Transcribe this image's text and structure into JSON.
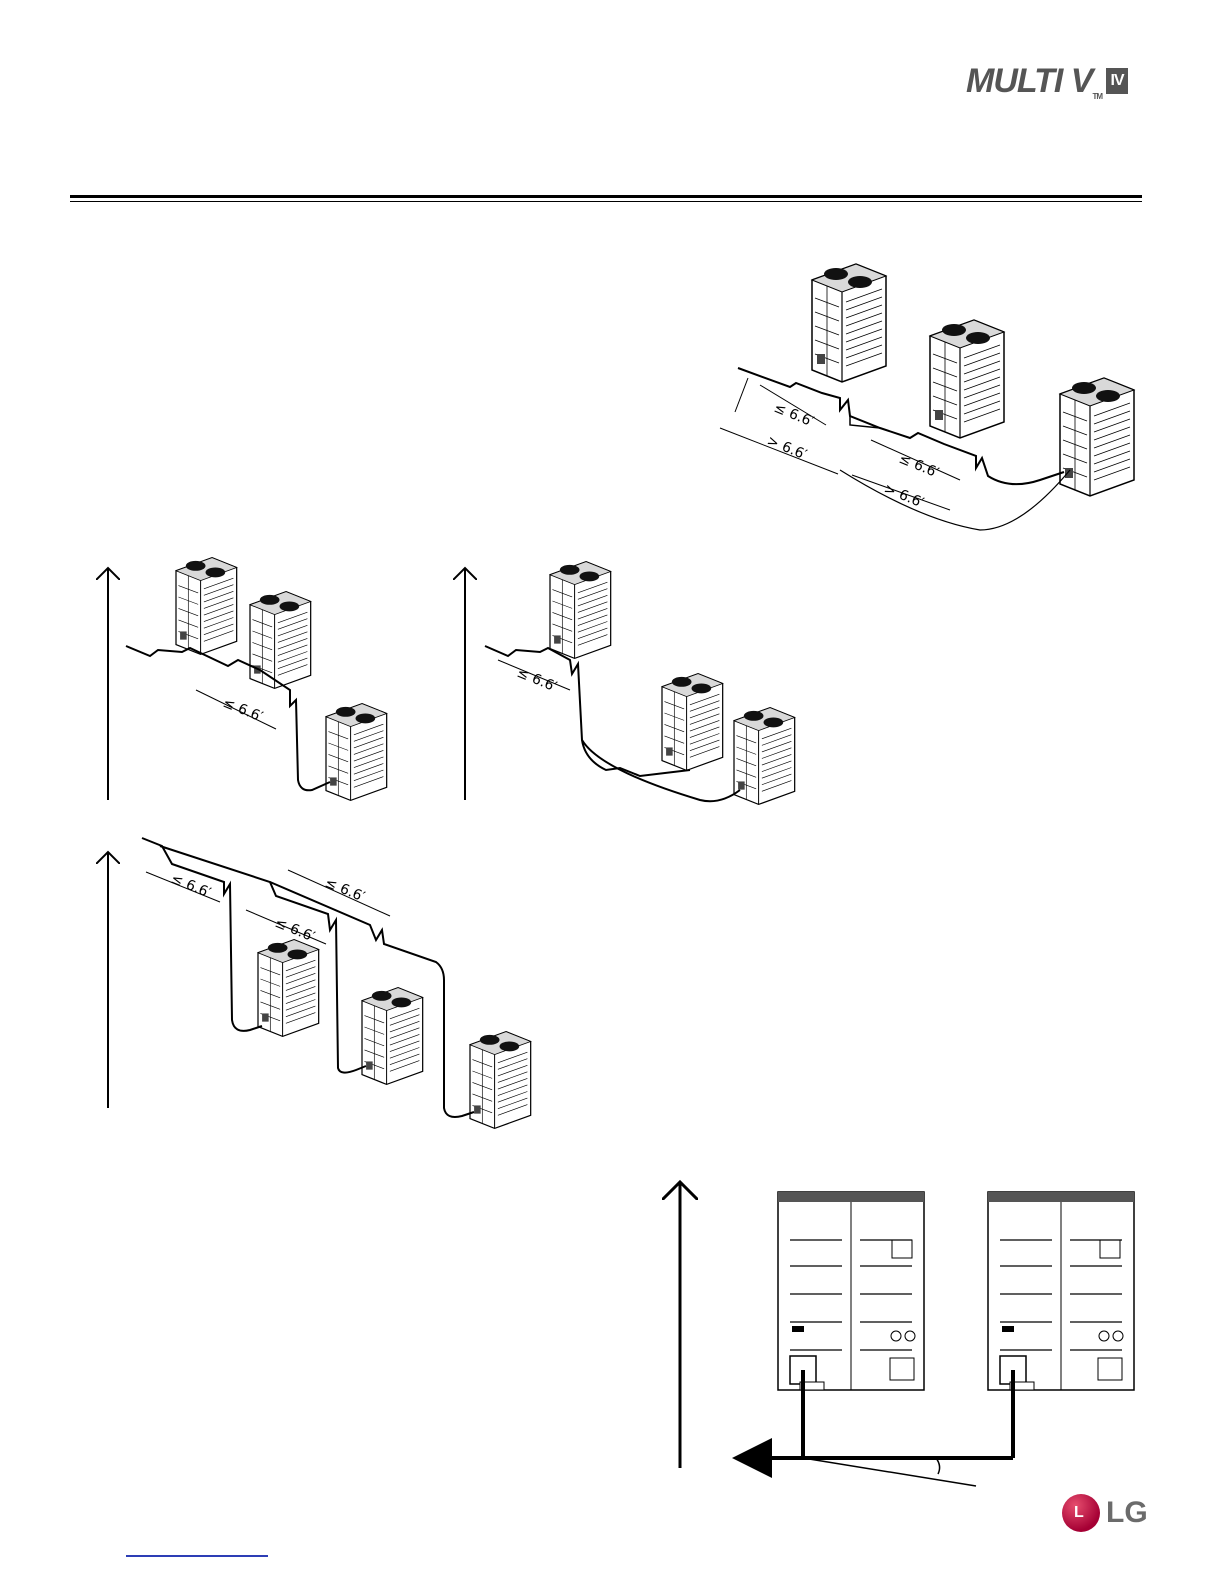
{
  "brand": {
    "product_logo_text": "MULTI V",
    "product_logo_tm": "TM",
    "product_logo_version": "IV",
    "company_logo_text": "LG",
    "company_logo_face": "L"
  },
  "diagrams": {
    "top_right": {
      "labels": [
        "≤ 6.6′",
        "> 6.6′",
        "≤ 6.6′",
        "> 6.6′"
      ]
    },
    "middle_left": {
      "labels": [
        "≤ 6.6′"
      ]
    },
    "middle_right": {
      "labels": [
        "≤ 6.6′"
      ]
    },
    "lower_left": {
      "labels": [
        "≤ 6.6′",
        "≤ 6.6′",
        "≤ 6.6′"
      ]
    }
  },
  "colors": {
    "rule": "#000000",
    "lg_red": "#a50034",
    "link": "#2d3eb5"
  }
}
